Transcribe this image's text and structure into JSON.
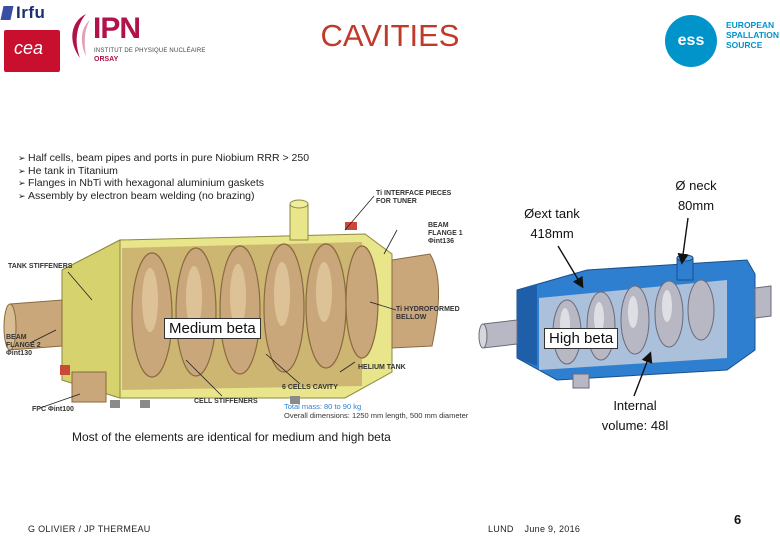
{
  "header": {
    "irfu_logo_text": "Irfu",
    "cea_logo_text": "cea",
    "ipn_logo_text": "IPN",
    "ipn_subtitle": "INSTITUT DE PHYSIQUE NUCLÉAIRE",
    "ipn_city": "ORSAY",
    "title": "CAVITIES",
    "ess_logo_text": "ess",
    "ess_name_lines": [
      "EUROPEAN",
      "SPALLATION",
      "SOURCE"
    ]
  },
  "left_figure": {
    "bullets": [
      "Half cells, beam pipes and ports in pure Niobium RRR > 250",
      "He tank in Titanium",
      "Flanges in NbTi with hexagonal aluminium gaskets",
      "Assembly by electron beam welding (no brazing)"
    ],
    "labels": {
      "tank_stiffeners": "TANK STIFFENERS",
      "ti_interface_1": "Ti INTERFACE PIECES",
      "ti_interface_2": "FOR TUNER",
      "beam_flange1_1": "BEAM",
      "beam_flange1_2": "FLANGE 1",
      "beam_flange1_3": "Φint136",
      "ti_hydro_1": "Ti HYDROFORMED",
      "ti_hydro_2": "BELLOW",
      "beam_flange2_1": "BEAM",
      "beam_flange2_2": "FLANGE 2",
      "beam_flange2_3": "Φint130",
      "helium_tank": "HELIUM TANK",
      "six_cells": "6 CELLS CAVITY",
      "cell_stiffeners": "CELL STIFFENERS",
      "fpc": "FPC Φint100"
    },
    "total_mass_lines": [
      "Total mass: 80 to 90 kg",
      "Overall dimensions: 1250 mm length, 500 mm diameter"
    ],
    "medium_beta_label": "Medium beta",
    "caption": "Most of the elements are identical for medium and high beta"
  },
  "right_figure": {
    "high_beta_label": "High beta",
    "ext_tank_line1": "Øext tank",
    "ext_tank_line2": "418mm",
    "neck_line1": "Ø neck",
    "neck_line2": "80mm",
    "internal_volume_line1": "Internal",
    "internal_volume_line2": "volume: 48l"
  },
  "footer": {
    "authors": "G OLIVIER / JP THERMEAU",
    "location": "LUND",
    "date": "June 9, 2016",
    "page_number": "6"
  },
  "colors": {
    "title": "#c0392b",
    "ipn_brand": "#b1124a",
    "cea_red": "#c8102e",
    "ess_blue": "#0094ca",
    "tank_yellow": "#e8e58a",
    "cavity_copper": "#c9a77a",
    "tank_blue": "#2f7fd1"
  }
}
